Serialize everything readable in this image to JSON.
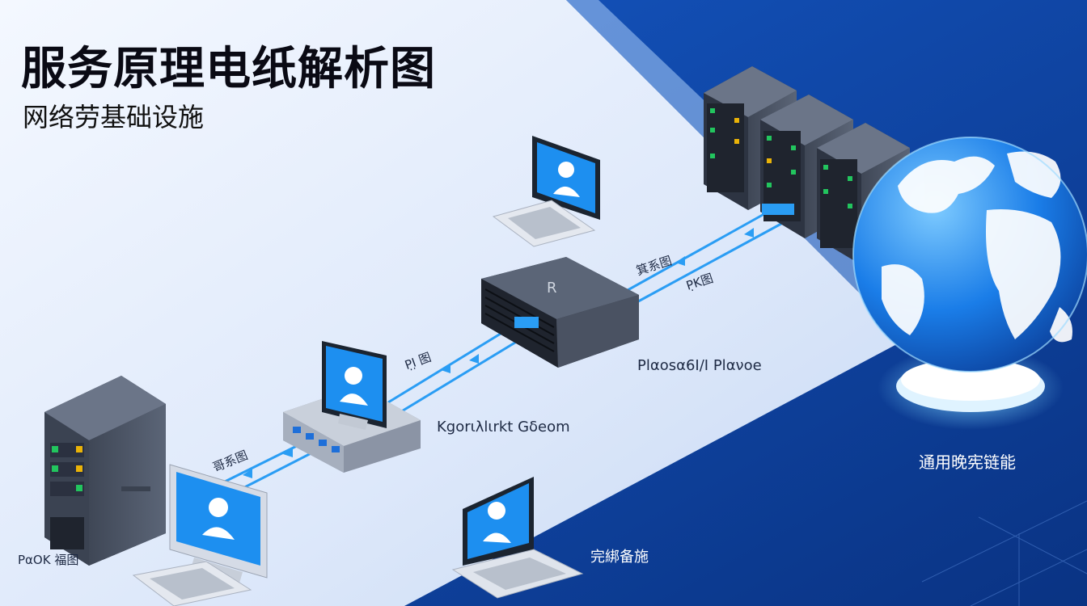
{
  "header": {
    "title": "服务原理电纸解析图",
    "subtitle": "网络劳基础设施"
  },
  "labels": {
    "link_top_1": "箕系图",
    "link_top_2": "Ρ̣Κ图",
    "switch_caption": "Ρlαοsα6Ι/Ι Ρlανοе",
    "link_mid": "Ρ̣Ι̣ 图",
    "router_caption": "Κgοrιλlιrkt Gδeom",
    "link_left": "哥系图",
    "server_caption": "ΡαΟΚ 福图",
    "laptop_caption": "完綁备施",
    "globe_caption": "通用晚宪链能"
  },
  "nodes": [
    {
      "name": "server-rack-left",
      "icon": "server-rack"
    },
    {
      "name": "workstation-bottom",
      "icon": "desktop-computer"
    },
    {
      "name": "router",
      "icon": "router"
    },
    {
      "name": "workstation-middle",
      "icon": "desktop-monitor"
    },
    {
      "name": "network-switch",
      "icon": "switch"
    },
    {
      "name": "workstation-top",
      "icon": "desktop-monitor"
    },
    {
      "name": "laptop",
      "icon": "laptop"
    },
    {
      "name": "server-cluster",
      "icon": "server-rack"
    },
    {
      "name": "internet-globe",
      "icon": "globe"
    }
  ],
  "colors": {
    "background_light": "#e6eefb",
    "background_dark": "#0b3f9a",
    "device_body": "#4c5566",
    "screen": "#1d8ff0",
    "cable": "#2a9df4",
    "led_green": "#22c55e",
    "led_yellow": "#eab308"
  }
}
